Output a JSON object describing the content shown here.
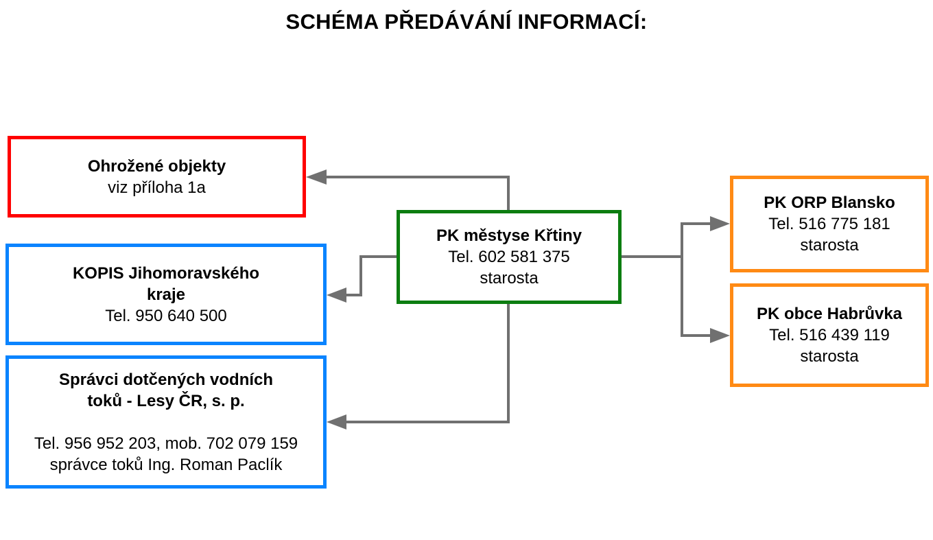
{
  "title": "SCHÉMA PŘEDÁVÁNÍ INFORMACÍ:",
  "colors": {
    "red": "#ff0000",
    "blue": "#0a84ff",
    "green": "#0c7d10",
    "orange": "#ff8a14",
    "connector": "#707070"
  },
  "nodes": {
    "threatened": {
      "name": "Ohrožené objekty",
      "line1": "viz příloha 1a"
    },
    "kopis": {
      "name_line1": "KOPIS Jihomoravského",
      "name_line2": "kraje",
      "phone": "Tel. 950 640 500"
    },
    "water": {
      "name_line1": "Správci dotčených vodních",
      "name_line2": "toků - Lesy ČR, s. p.",
      "phone": "Tel. 956 952 203, mob. 702 079 159",
      "contact": "správce toků Ing. Roman Paclík"
    },
    "center": {
      "name": "PK městyse Křtiny",
      "phone": "Tel. 602 581 375",
      "role": "starosta"
    },
    "orp": {
      "name": "PK ORP Blansko",
      "phone": "Tel. 516 775 181",
      "role": "starosta"
    },
    "habruvka": {
      "name": "PK obce Habrůvka",
      "phone": "Tel. 516 439 119",
      "role": "starosta"
    }
  },
  "edges": [
    {
      "from": "PK městyse Křtiny",
      "to": "Ohrožené objekty"
    },
    {
      "from": "PK městyse Křtiny",
      "to": "KOPIS Jihomoravského kraje"
    },
    {
      "from": "PK městyse Křtiny",
      "to": "Správci dotčených vodních toků - Lesy ČR, s. p."
    },
    {
      "from": "PK městyse Křtiny",
      "to": "PK ORP Blansko"
    },
    {
      "from": "PK městyse Křtiny",
      "to": "PK obce Habrůvka"
    }
  ]
}
